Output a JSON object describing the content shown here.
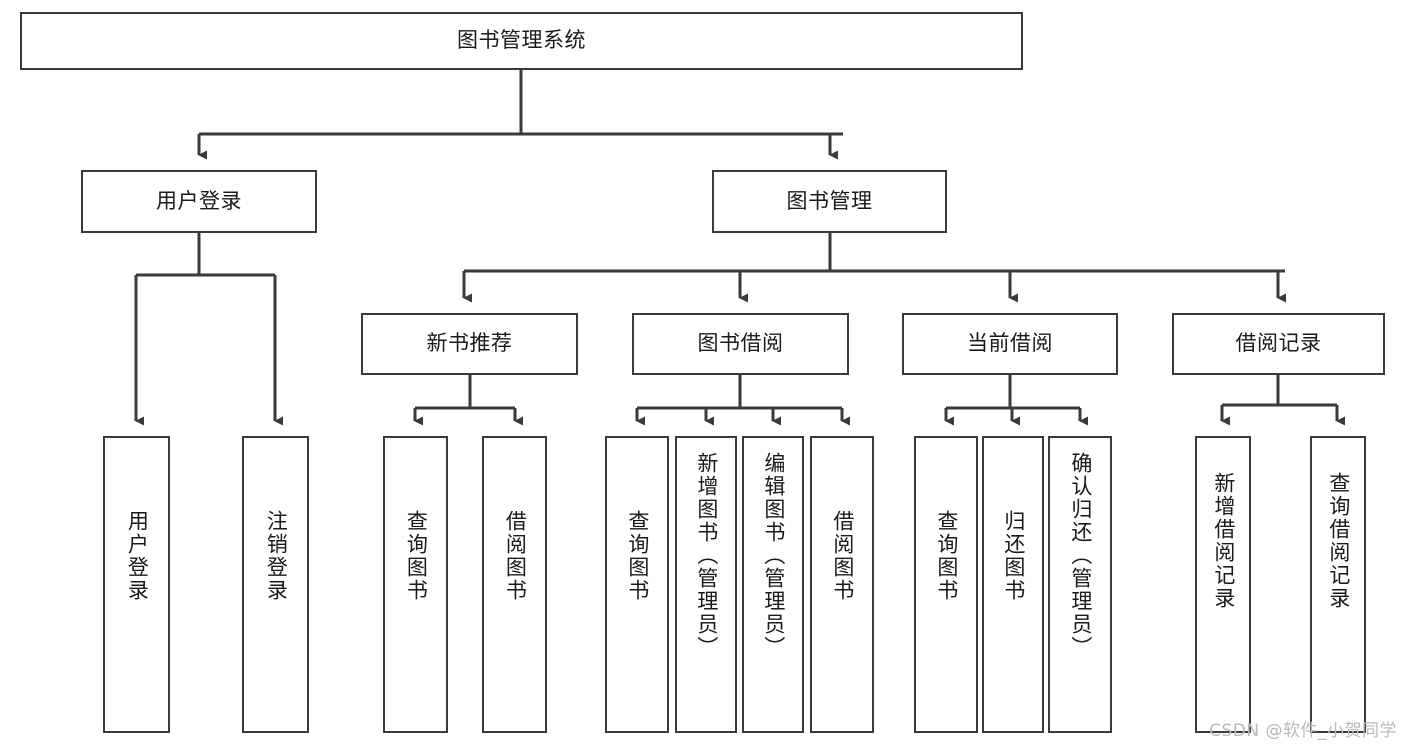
{
  "diagram": {
    "title": "图书管理系统",
    "type": "hierarchy-tree",
    "watermark": "CSDN @软件_小贺同学",
    "colors": {
      "box_border": "#3a3a3a",
      "box_fill": "#ffffff",
      "connector": "#3a3a3a",
      "text": "#1a1a1a",
      "watermark": "#b9b9b9"
    },
    "levels": {
      "root": {
        "label": "图书管理系统"
      },
      "level2": [
        {
          "id": "user-login",
          "label": "用户登录"
        },
        {
          "id": "book-manage",
          "label": "图书管理"
        }
      ],
      "level3": [
        {
          "id": "new-book-rec",
          "label": "新书推荐"
        },
        {
          "id": "book-borrow",
          "label": "图书借阅"
        },
        {
          "id": "current-borrow",
          "label": "当前借阅"
        },
        {
          "id": "borrow-record",
          "label": "借阅记录"
        }
      ],
      "leaves": {
        "user-login": [
          {
            "id": "leaf-user-login",
            "label": "用户登录"
          },
          {
            "id": "leaf-user-logout",
            "label": "注销登录"
          }
        ],
        "new-book-rec": [
          {
            "id": "leaf-query-book-1",
            "label": "查询图书"
          },
          {
            "id": "leaf-borrow-book-1",
            "label": "借阅图书"
          }
        ],
        "book-borrow": [
          {
            "id": "leaf-query-book-2",
            "label": "查询图书"
          },
          {
            "id": "leaf-add-book",
            "label": "新增图书（管理员）"
          },
          {
            "id": "leaf-edit-book",
            "label": "编辑图书（管理员）"
          },
          {
            "id": "leaf-borrow-book-2",
            "label": "借阅图书"
          }
        ],
        "current-borrow": [
          {
            "id": "leaf-query-book-3",
            "label": "查询图书"
          },
          {
            "id": "leaf-return-book",
            "label": "归还图书"
          },
          {
            "id": "leaf-confirm-return",
            "label": "确认归还（管理员）"
          }
        ],
        "borrow-record": [
          {
            "id": "leaf-add-record",
            "label": "新增借阅记录"
          },
          {
            "id": "leaf-query-record",
            "label": "查询借阅记录"
          }
        ]
      }
    }
  }
}
